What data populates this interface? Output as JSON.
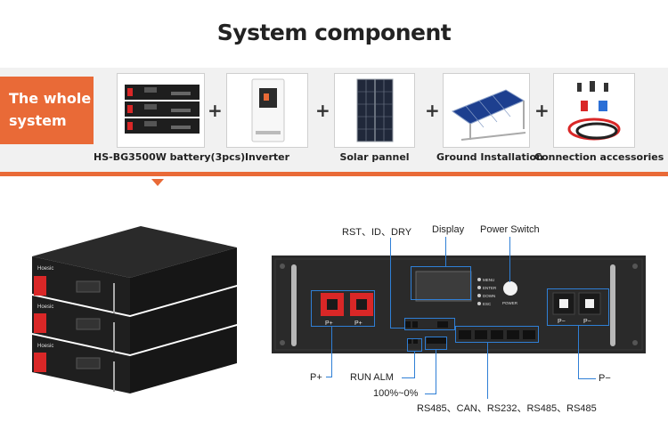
{
  "header": {
    "title": "System component"
  },
  "banner": {
    "line1": "The whole",
    "line2": "system"
  },
  "components": [
    {
      "caption": "HS-BG3500W battery(3pcs)",
      "icon": "battery-stack-icon"
    },
    {
      "caption": "Inverter",
      "icon": "inverter-icon"
    },
    {
      "caption": "Solar pannel",
      "icon": "solar-panel-icon"
    },
    {
      "caption": "Ground Installation",
      "icon": "ground-mount-icon"
    },
    {
      "caption": "Connection accessories",
      "icon": "cables-icon"
    }
  ],
  "plus": "+",
  "front_panel": {
    "labels": {
      "rst_id_dry": "RST、ID、DRY",
      "display": "Display",
      "power_switch": "Power Switch",
      "p_plus": "P+",
      "run_alm": "RUN  ALM",
      "soc": "100%~0%",
      "comm": "RS485、CAN、RS232、RS485、RS485",
      "p_minus": "P−"
    },
    "terminal_labels": {
      "plus": "P+",
      "minus": "P−"
    },
    "buttons": [
      "MENU",
      "ENTER",
      "DOWN",
      "ESC"
    ],
    "power_label": "POWER",
    "brand": "Hoesic"
  },
  "colors": {
    "accent": "#e96a37",
    "callout": "#2f7fd6",
    "terminal_red": "#d92727"
  }
}
